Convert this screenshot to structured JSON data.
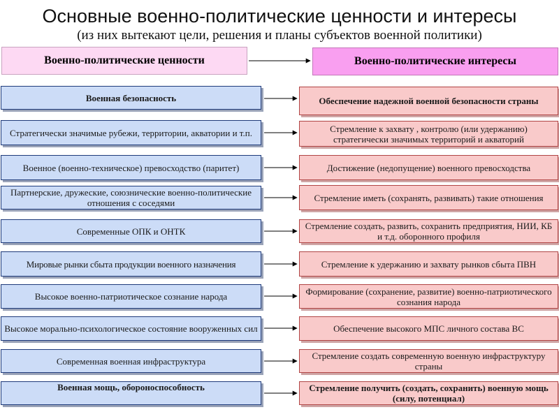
{
  "title": "Основные военно-политические ценности и интересы",
  "subtitle": "(из них вытекают цели, решения и планы субъектов военной политики)",
  "headers": {
    "left": "Военно-политические ценности",
    "right": "Военно-политические интересы"
  },
  "rows": [
    {
      "value": "Военная безопасность",
      "interest": "Обеспечение надежной военной безопасности страны"
    },
    {
      "value": "Стратегически значимые рубежи, территории, акватории и т.п.",
      "interest": "Стремление к захвату , контролю (или удержанию) стратегически значимых территорий и акваторий"
    },
    {
      "value": "Военное (военно-техническое) превосходство (паритет)",
      "interest": "Достижение (недопущение) военного превосходства"
    },
    {
      "value": "Партнерские, дружеские, союзнические военно-политические отношения с соседями",
      "interest": "Стремление иметь (сохранять, развивать) такие отношения"
    },
    {
      "value": "Современные ОПК и ОНТК",
      "interest": "Стремление создать, развить, сохранить предприятия, НИИ, КБ и т.д. оборонного профиля"
    },
    {
      "value": "Мировые рынки сбыта продукции военного назначения",
      "interest": "Стремление к удержанию и захвату рынков сбыта ПВН"
    },
    {
      "value": "Высокое военно-патриотическое сознание народа",
      "interest": "Формирование (сохранение, развитие) военно-патриотического сознания народа"
    },
    {
      "value": "Высокое морально-психологическое состояние вооруженных сил",
      "interest": "Обеспечение высокого МПС личного состава ВС"
    },
    {
      "value": "Современная военная инфраструктура",
      "interest": "Стремление создать современную военную инфраструктуру страны"
    },
    {
      "value": "Военная мощь, обороноспособность",
      "interest": "Стремление получить (создать, сохранить) военную мощь (силу, потенциал)"
    }
  ]
}
